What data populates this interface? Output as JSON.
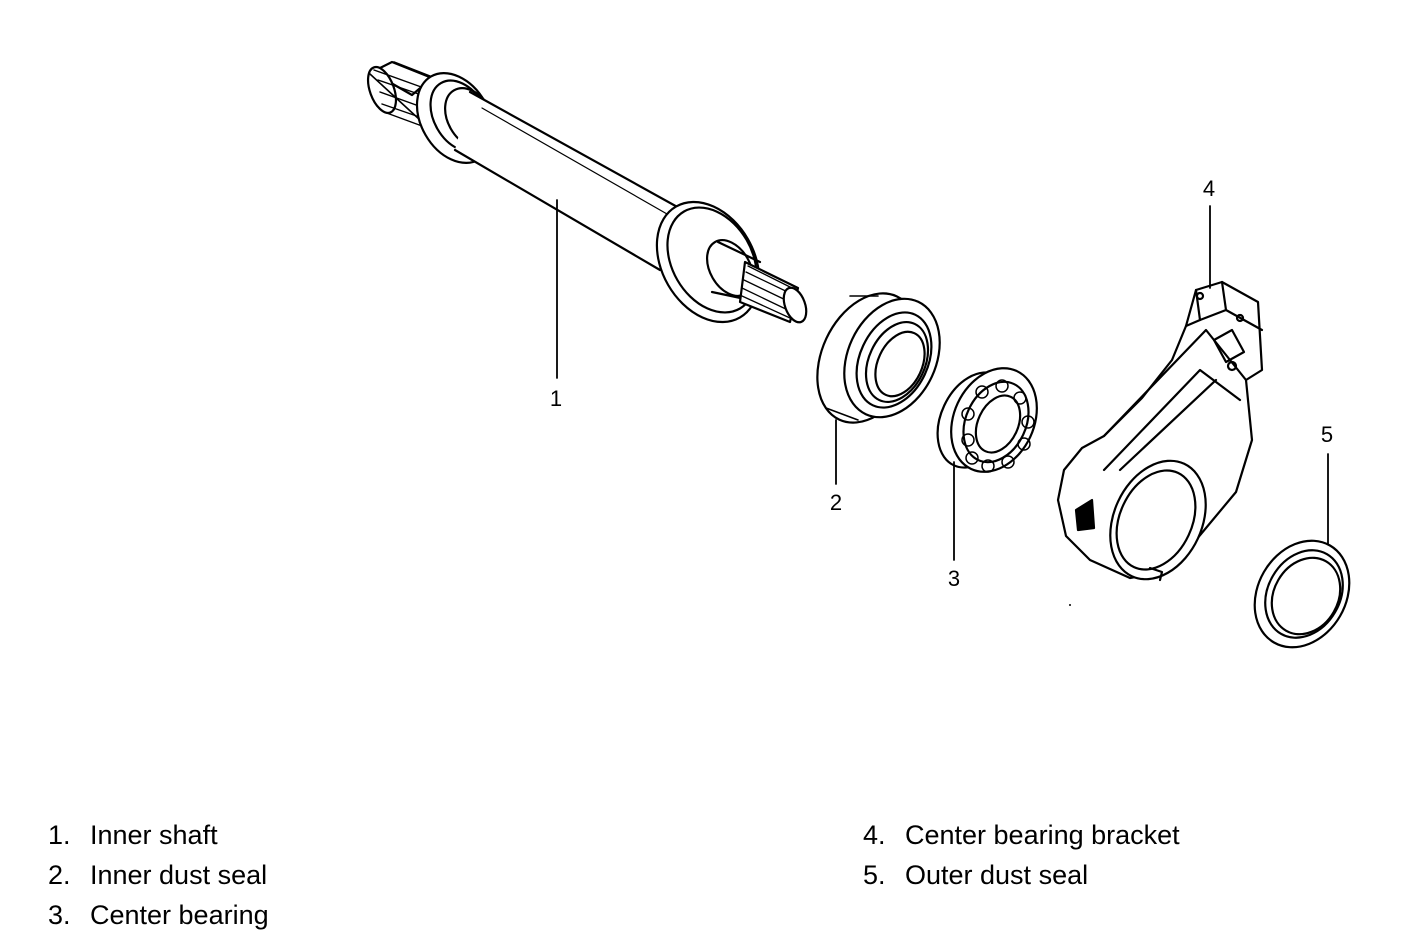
{
  "callouts": [
    "1",
    "2",
    "3",
    "4",
    "5"
  ],
  "legend": [
    {
      "num": "1.",
      "label": "Inner shaft"
    },
    {
      "num": "2.",
      "label": "Inner dust seal"
    },
    {
      "num": "3.",
      "label": "Center bearing"
    },
    {
      "num": "4.",
      "label": "Center bearing bracket"
    },
    {
      "num": "5.",
      "label": "Outer dust seal"
    }
  ]
}
